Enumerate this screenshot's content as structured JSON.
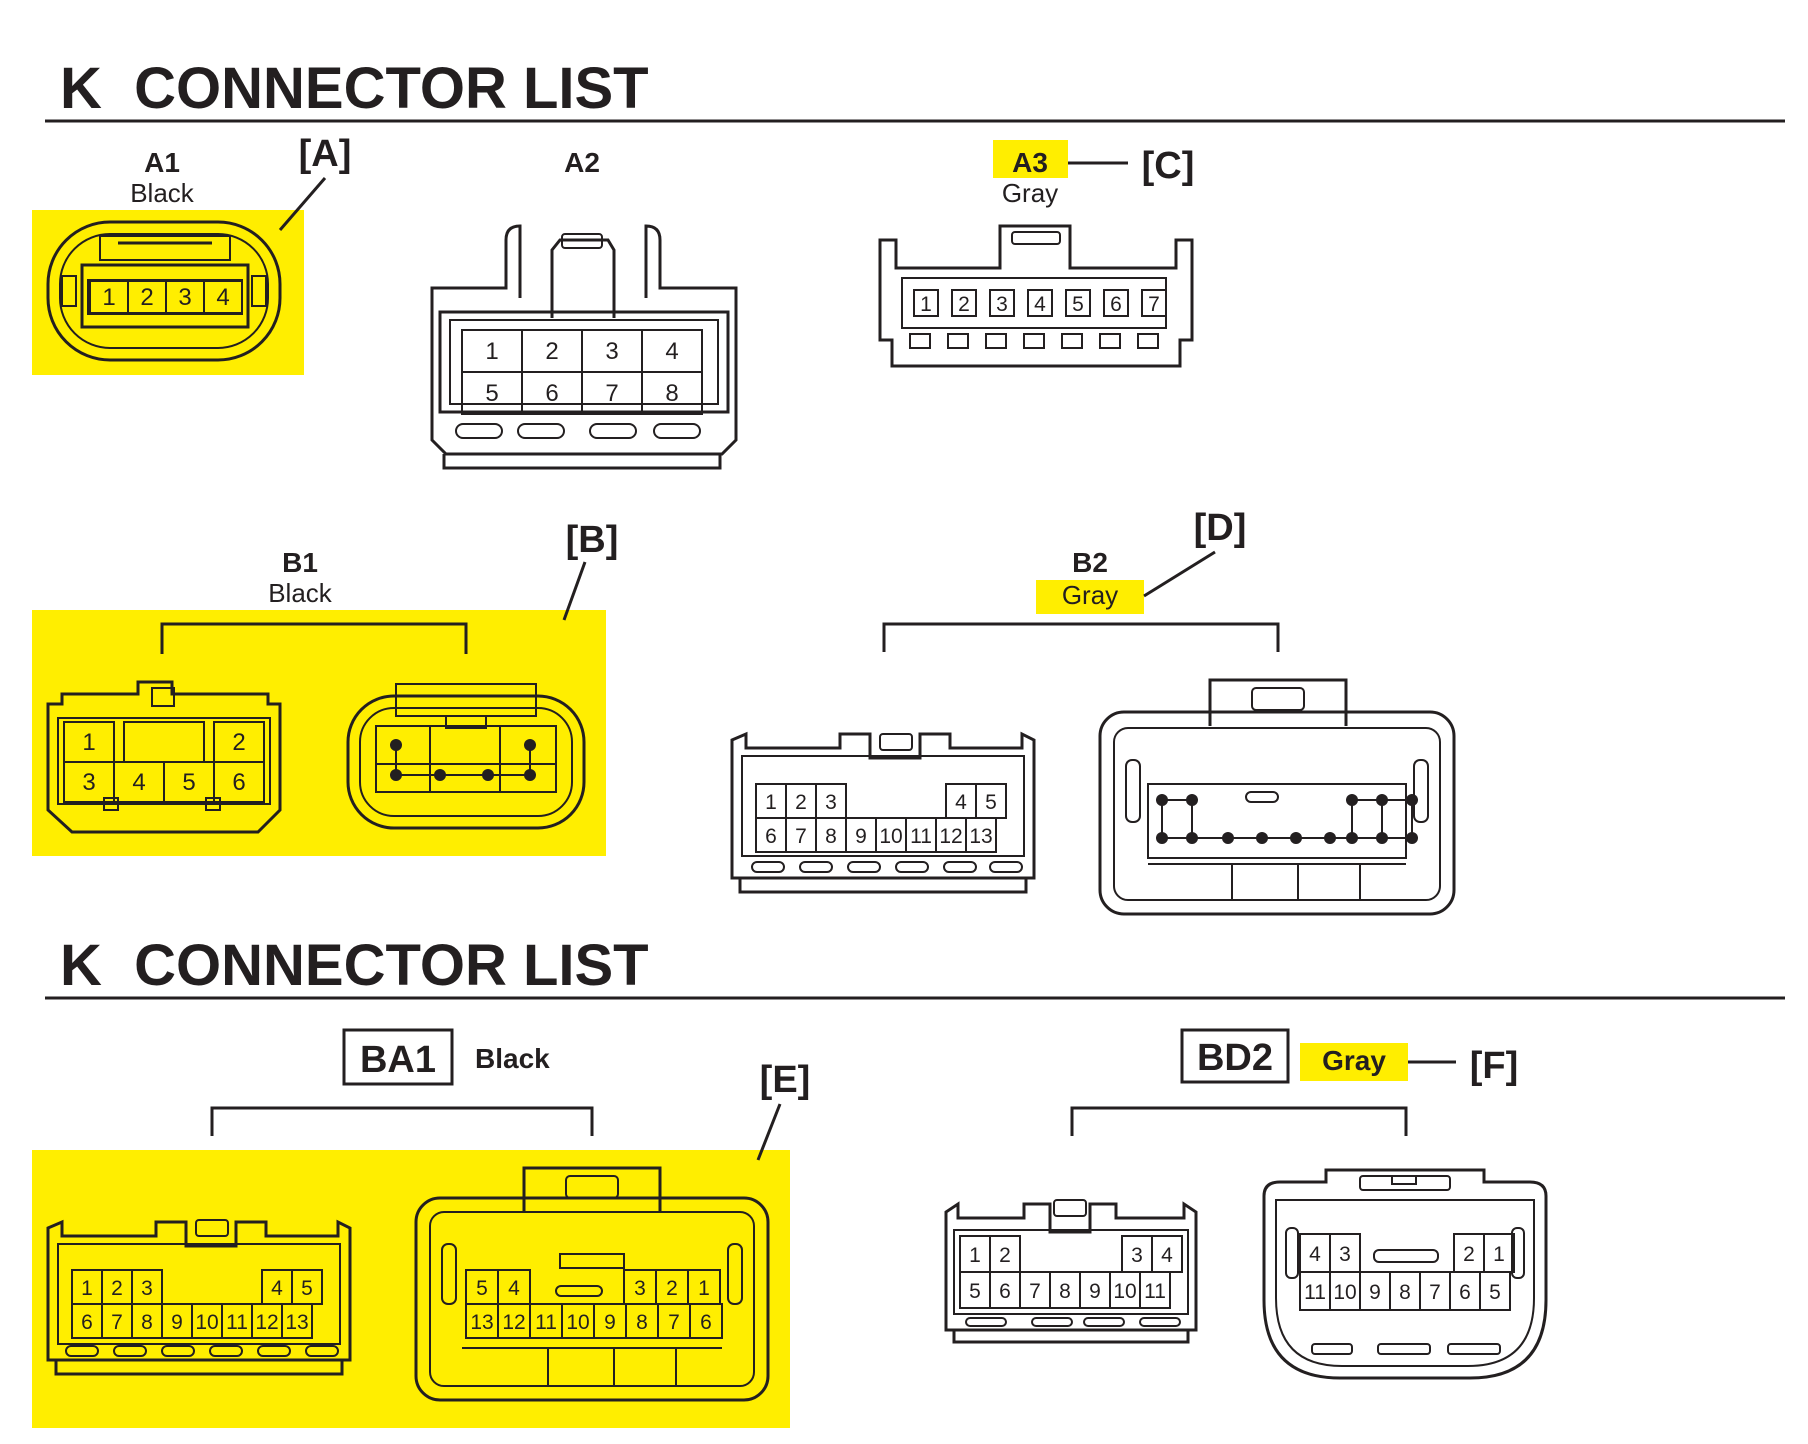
{
  "sections": [
    {
      "title": "K  CONNECTOR LIST"
    },
    {
      "title": "K  CONNECTOR LIST"
    }
  ],
  "connectors": {
    "A1": {
      "id": "A1",
      "color": "Black",
      "tag": "[A]",
      "pins": [
        "1",
        "2",
        "3",
        "4"
      ]
    },
    "A2": {
      "id": "A2",
      "pins": [
        "1",
        "2",
        "3",
        "4",
        "5",
        "6",
        "7",
        "8"
      ]
    },
    "A3": {
      "id": "A3",
      "color": "Gray",
      "tag": "[C]",
      "pins": [
        "1",
        "2",
        "3",
        "4",
        "5",
        "6",
        "7"
      ]
    },
    "B1": {
      "id": "B1",
      "color": "Black",
      "tag": "[B]",
      "pins": [
        "1",
        "2",
        "3",
        "4",
        "5",
        "6"
      ]
    },
    "B2": {
      "id": "B2",
      "color": "Gray",
      "tag": "[D]",
      "pins": [
        "1",
        "2",
        "3",
        "4",
        "5",
        "6",
        "7",
        "8",
        "9",
        "10",
        "11",
        "12",
        "13"
      ]
    },
    "BA1": {
      "id": "BA1",
      "color": "Black",
      "tag": "[E]",
      "pins_male": [
        "1",
        "2",
        "3",
        "4",
        "5",
        "6",
        "7",
        "8",
        "9",
        "10",
        "11",
        "12",
        "13"
      ],
      "pins_female": [
        "5",
        "4",
        "3",
        "2",
        "1",
        "13",
        "12",
        "11",
        "10",
        "9",
        "8",
        "7",
        "6"
      ]
    },
    "BD2": {
      "id": "BD2",
      "color": "Gray",
      "tag": "[F]",
      "pins_male": [
        "1",
        "2",
        "3",
        "4",
        "5",
        "6",
        "7",
        "8",
        "9",
        "10",
        "11"
      ],
      "pins_female": [
        "4",
        "3",
        "2",
        "1",
        "11",
        "10",
        "9",
        "8",
        "7",
        "6",
        "5"
      ]
    }
  },
  "colors": {
    "highlight": "#ffee00",
    "ink": "#231f20",
    "background": "#ffffff"
  }
}
